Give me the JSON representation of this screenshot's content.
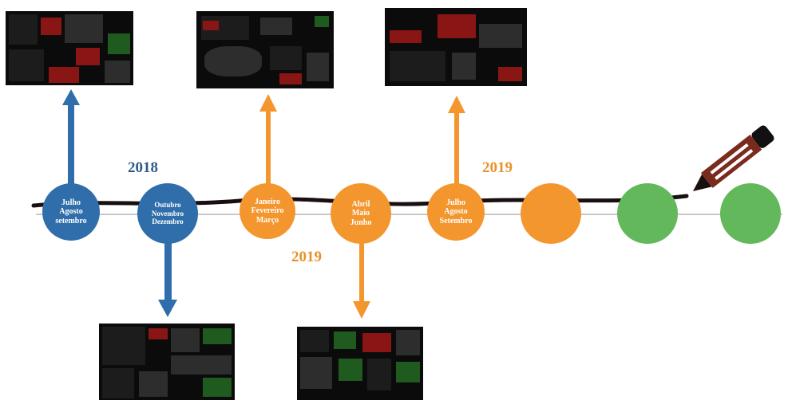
{
  "years": {
    "blue_2018": "2018",
    "orange_2019_low": "2019",
    "orange_2019_high": "2019"
  },
  "nodes": [
    {
      "lines": [
        "Julho",
        "Agosto",
        "setembro"
      ]
    },
    {
      "lines": [
        "Outubro",
        "Novembro",
        "Dezembro"
      ]
    },
    {
      "lines": [
        "Janeiro",
        "Fevereiro",
        "Março"
      ]
    },
    {
      "lines": [
        "Abril",
        "Maio",
        "Junho"
      ]
    },
    {
      "lines": [
        "Julho",
        "Agosto",
        "Setembro"
      ]
    }
  ],
  "colors": {
    "blue": "#2f6eaa",
    "orange": "#f4962e",
    "green": "#62b85a",
    "line": "#1a0f0f",
    "pencil": "#7a2b1d"
  },
  "icons": [
    "pencil-icon"
  ]
}
